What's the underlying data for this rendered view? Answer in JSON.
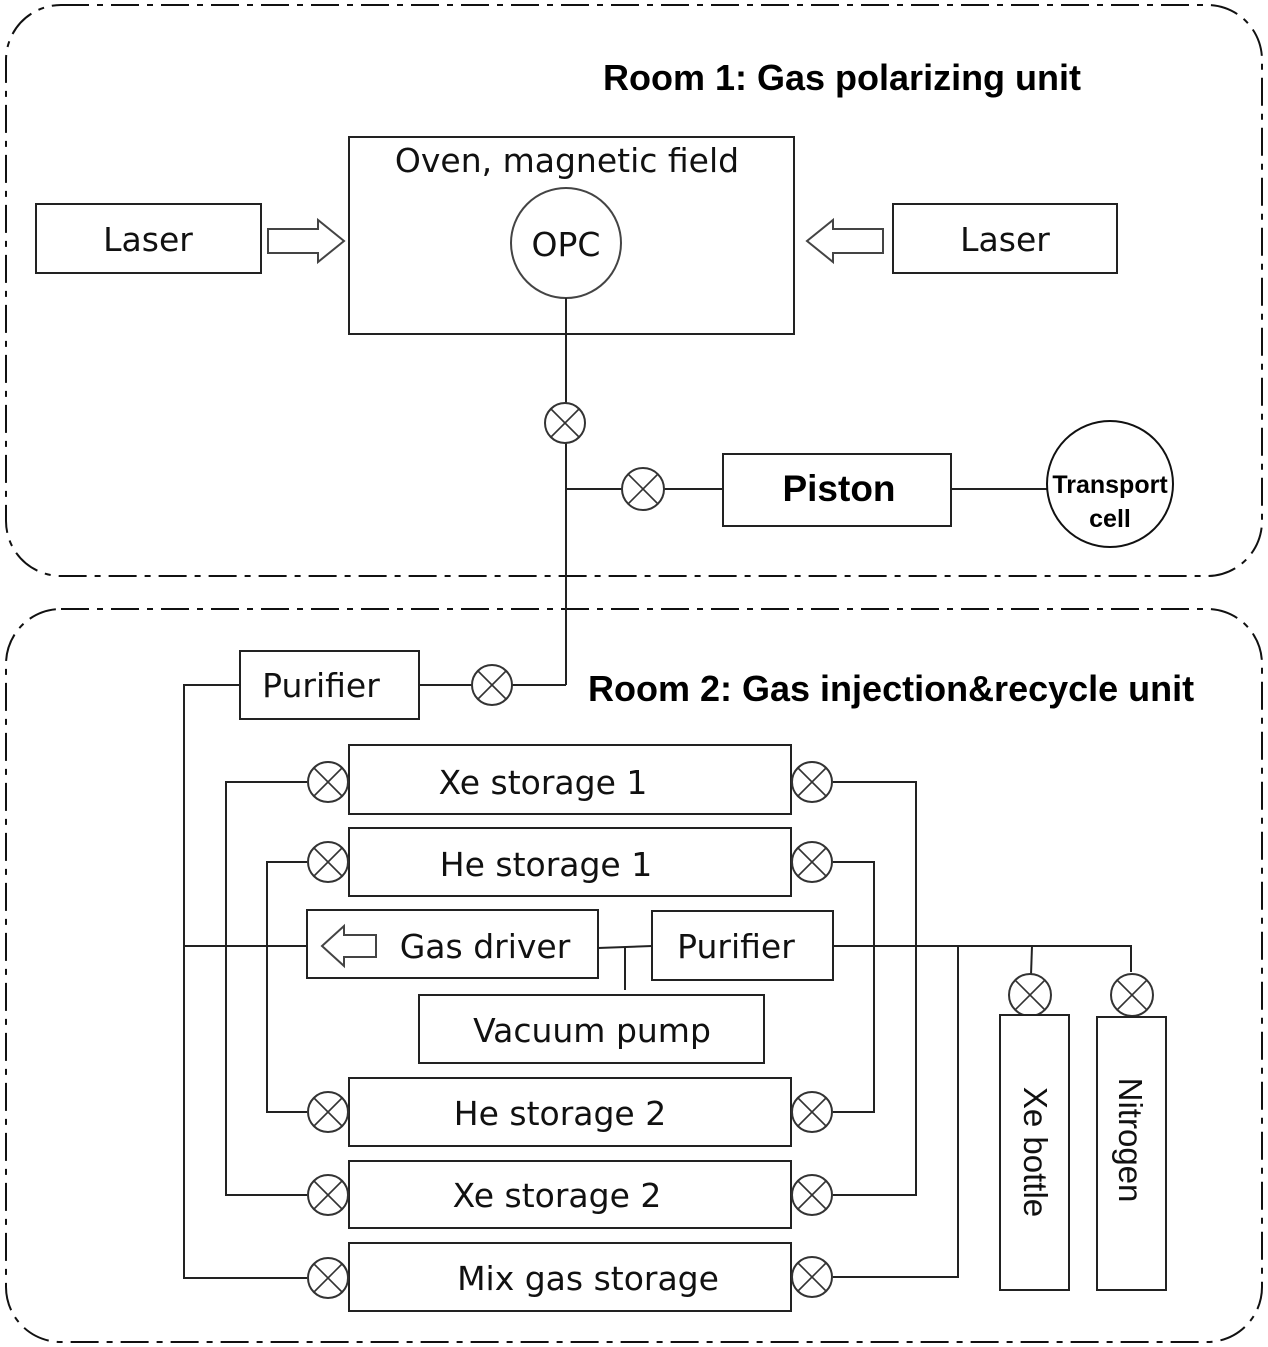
{
  "room1": {
    "title": "Room 1: Gas polarizing unit",
    "oven_label": "Oven, magnetic field",
    "opc_label": "OPC",
    "laser_left": "Laser",
    "laser_right": "Laser",
    "piston": "Piston",
    "transport_cell_line1": "Transport",
    "transport_cell_line2": "cell"
  },
  "room2": {
    "title": "Room 2: Gas injection&recycle unit",
    "purifier_top": "Purifier",
    "xe_storage_1": "Xe storage 1",
    "he_storage_1": "He storage 1",
    "gas_driver": "Gas driver",
    "purifier_mid": "Purifier",
    "vacuum_pump": "Vacuum pump",
    "he_storage_2": "He storage 2",
    "xe_storage_2": "Xe storage 2",
    "mix_gas_storage": "Mix gas storage",
    "xe_bottle": "Xe bottle",
    "nitrogen": "Nitrogen"
  },
  "icons": {
    "valve": "circle-with-x (valve symbol)",
    "laser_arrow": "hollow block arrow",
    "driver_arrow": "hollow block arrow pointing left"
  }
}
